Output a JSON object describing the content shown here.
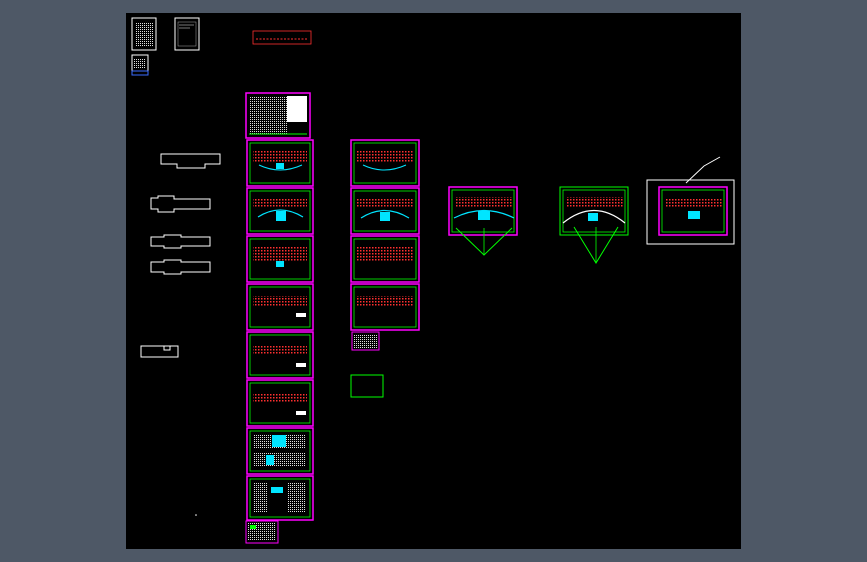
{
  "app": {
    "background_color": "#4e5866",
    "viewport_color": "#000000"
  },
  "colors": {
    "sheet_border": "#ff00ff",
    "frame": "#00ff00",
    "wall": "#ff2020",
    "glass": "#00e5ff",
    "outline": "#ffffff",
    "title_block": "#ff3030"
  },
  "drawing": {
    "title_block_text": "",
    "sheet_groups": [
      {
        "name": "column-1-sheets",
        "count": 9
      },
      {
        "name": "column-2-sheets",
        "count": 5
      },
      {
        "name": "fan-plan-sheets",
        "count": 3
      }
    ]
  }
}
